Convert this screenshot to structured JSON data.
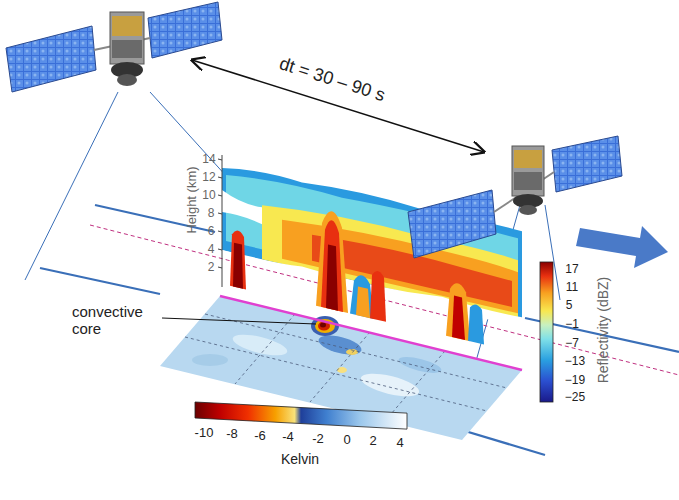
{
  "diagram": {
    "labels": [
      "dt = 30 – 90 s",
      "Height (km)",
      "14",
      "12",
      "10",
      "8",
      "6",
      "4",
      "2",
      "convective core",
      "-10",
      "-8",
      "-6",
      "-4",
      "-2",
      "0",
      "2",
      "4",
      "Kelvin",
      "Reflectivity (dBZ)",
      "17",
      "11",
      "5",
      "−1",
      "−7",
      "−13",
      "−19",
      "−25"
    ]
  }
}
